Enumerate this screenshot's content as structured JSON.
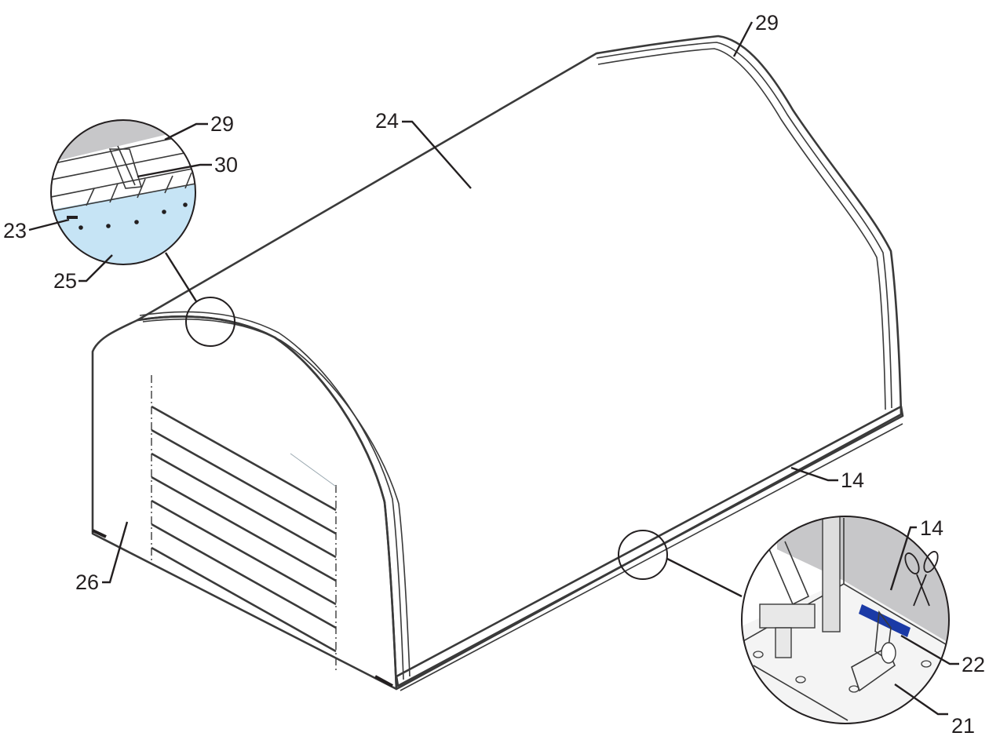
{
  "colors": {
    "cover": "#c7c7c9",
    "end_panel": "#c6e4f5",
    "line": "#231f20",
    "strap": "#1b3aa6"
  },
  "callouts": [
    {
      "id": "c29_top",
      "text": "29"
    },
    {
      "id": "c24",
      "text": "24"
    },
    {
      "id": "c29_det",
      "text": "29"
    },
    {
      "id": "c30",
      "text": "30"
    },
    {
      "id": "c23",
      "text": "23"
    },
    {
      "id": "c25",
      "text": "25"
    },
    {
      "id": "c26",
      "text": "26"
    },
    {
      "id": "c14_side",
      "text": "14"
    },
    {
      "id": "c14_det",
      "text": "14"
    },
    {
      "id": "c22",
      "text": "22"
    },
    {
      "id": "c21",
      "text": "21"
    }
  ]
}
